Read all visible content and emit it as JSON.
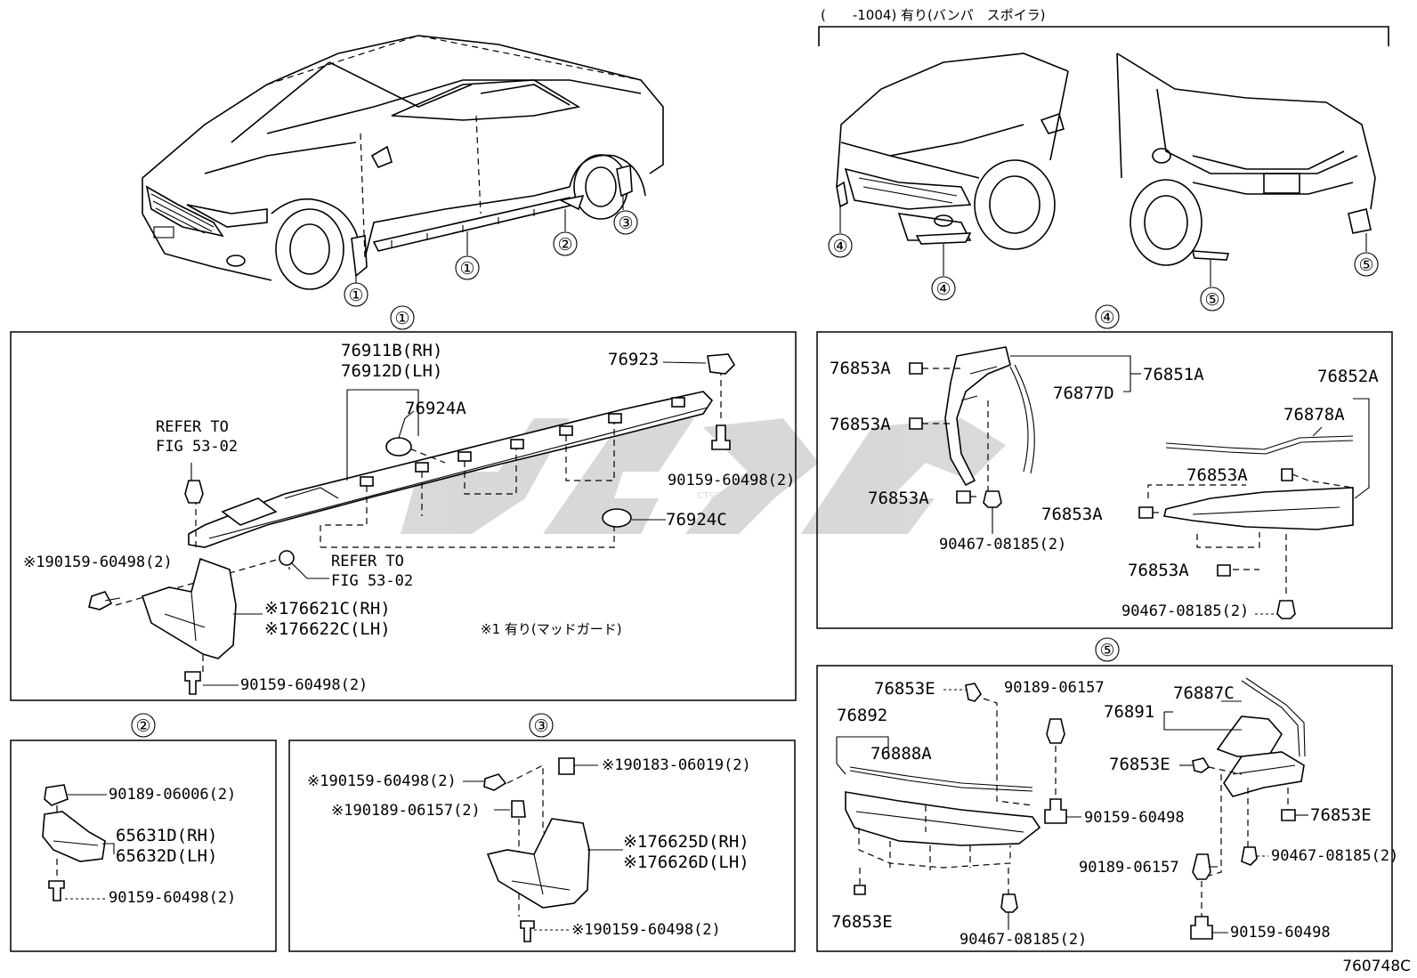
{
  "diagram_code": "760748C",
  "watermark": "CTSGS",
  "variant_header": "(　　-1004) 有り(バンパ　スポイラ)",
  "callouts": {
    "c1": "①",
    "c2": "②",
    "c3": "③",
    "c4": "④",
    "c5": "⑤"
  },
  "panel1": {
    "title": "①",
    "parts": {
      "p76911B": "76911B(RH)",
      "p76912D": "76912D(LH)",
      "p76923": "76923",
      "p76924A": "76924A",
      "p76924C": "76924C",
      "p90159_right": "90159-60498(2)",
      "refer1_a": "REFER TO",
      "refer1_b": "FIG 53-02",
      "refer2_a": "REFER TO",
      "refer2_b": "FIG 53-02",
      "p190159": "※190159-60498(2)",
      "p176621C": "※176621C(RH)",
      "p176622C": "※176622C(LH)",
      "note": "※1 有り(マッドガード)",
      "p90159_bottom": "90159-60498(2)"
    }
  },
  "panel2": {
    "title": "②",
    "parts": {
      "p90189": "90189-06006(2)",
      "p65631D": "65631D(RH)",
      "p65632D": "65632D(LH)",
      "p90159": "90159-60498(2)"
    }
  },
  "panel3": {
    "title": "③",
    "parts": {
      "p190159_top": "※190159-60498(2)",
      "p190183": "※190183-06019(2)",
      "p190189": "※190189-06157(2)",
      "p176625D": "※176625D(RH)",
      "p176626D": "※176626D(LH)",
      "p190159_bottom": "※190159-60498(2)"
    }
  },
  "panel4": {
    "title": "④",
    "parts": {
      "a1": "76853A",
      "a2": "76853A",
      "a3": "76853A",
      "a4": "76853A",
      "a5": "76853A",
      "a6": "76853A",
      "p76851A": "76851A",
      "p76877D": "76877D",
      "p76852A": "76852A",
      "p76878A": "76878A",
      "p90467_left": "90467-08185(2)",
      "p90467_right": "90467-08185(2)"
    }
  },
  "panel5": {
    "title": "⑤",
    "parts": {
      "e1": "76853E",
      "p90189_top": "90189-06157",
      "p76892": "76892",
      "p76888A": "76888A",
      "p76891": "76891",
      "p76887C": "76887C",
      "e2": "76853E",
      "p90159_mid": "90159-60498",
      "e3": "76853E",
      "p90467_right": "90467-08185(2)",
      "p90189_bottom": "90189-06157",
      "e4": "76853E",
      "p90467_bottom": "90467-08185(2)",
      "p90159_bottom": "90159-60498"
    }
  }
}
